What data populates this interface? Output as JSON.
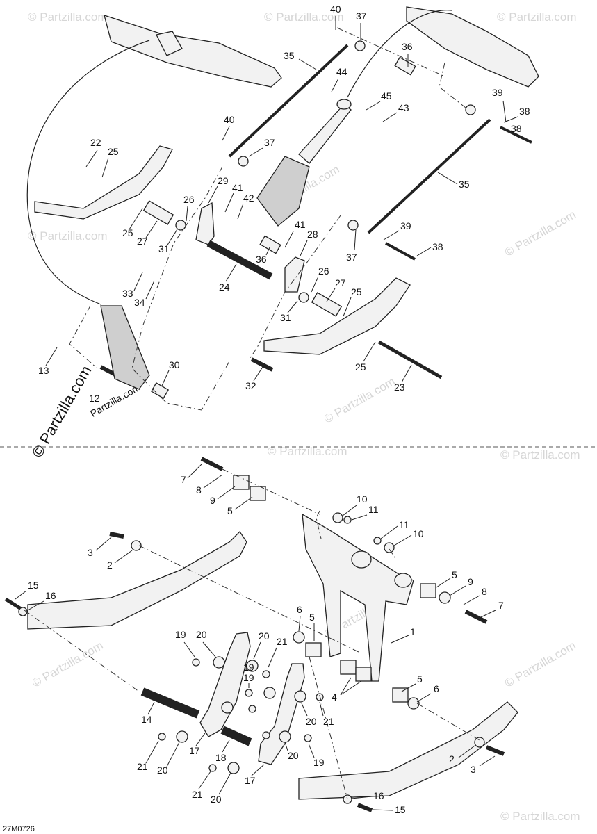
{
  "watermark": {
    "text": "© Partzilla.com",
    "big_text": "© Partzilla.com",
    "overlay_text": "Partzilla.com"
  },
  "figure_code": "27M0726",
  "callouts_top": [
    "40",
    "37",
    "36",
    "35",
    "44",
    "45",
    "43",
    "40",
    "37",
    "39",
    "38",
    "22",
    "25",
    "35",
    "29",
    "41",
    "42",
    "26",
    "25",
    "27",
    "31",
    "41",
    "28",
    "39",
    "36",
    "38",
    "37",
    "24",
    "33",
    "34",
    "26",
    "27",
    "25",
    "31",
    "13",
    "30",
    "32",
    "25",
    "23",
    "12"
  ],
  "callouts_bottom": [
    "7",
    "8",
    "9",
    "5",
    "10",
    "11",
    "11",
    "10",
    "3",
    "2",
    "15",
    "16",
    "5",
    "9",
    "8",
    "7",
    "6",
    "5",
    "1",
    "19",
    "20",
    "20",
    "21",
    "19",
    "4",
    "5",
    "6",
    "14",
    "21",
    "20",
    "18",
    "17",
    "20",
    "19",
    "21",
    "20",
    "17",
    "2",
    "3",
    "21",
    "20",
    "16",
    "15"
  ]
}
